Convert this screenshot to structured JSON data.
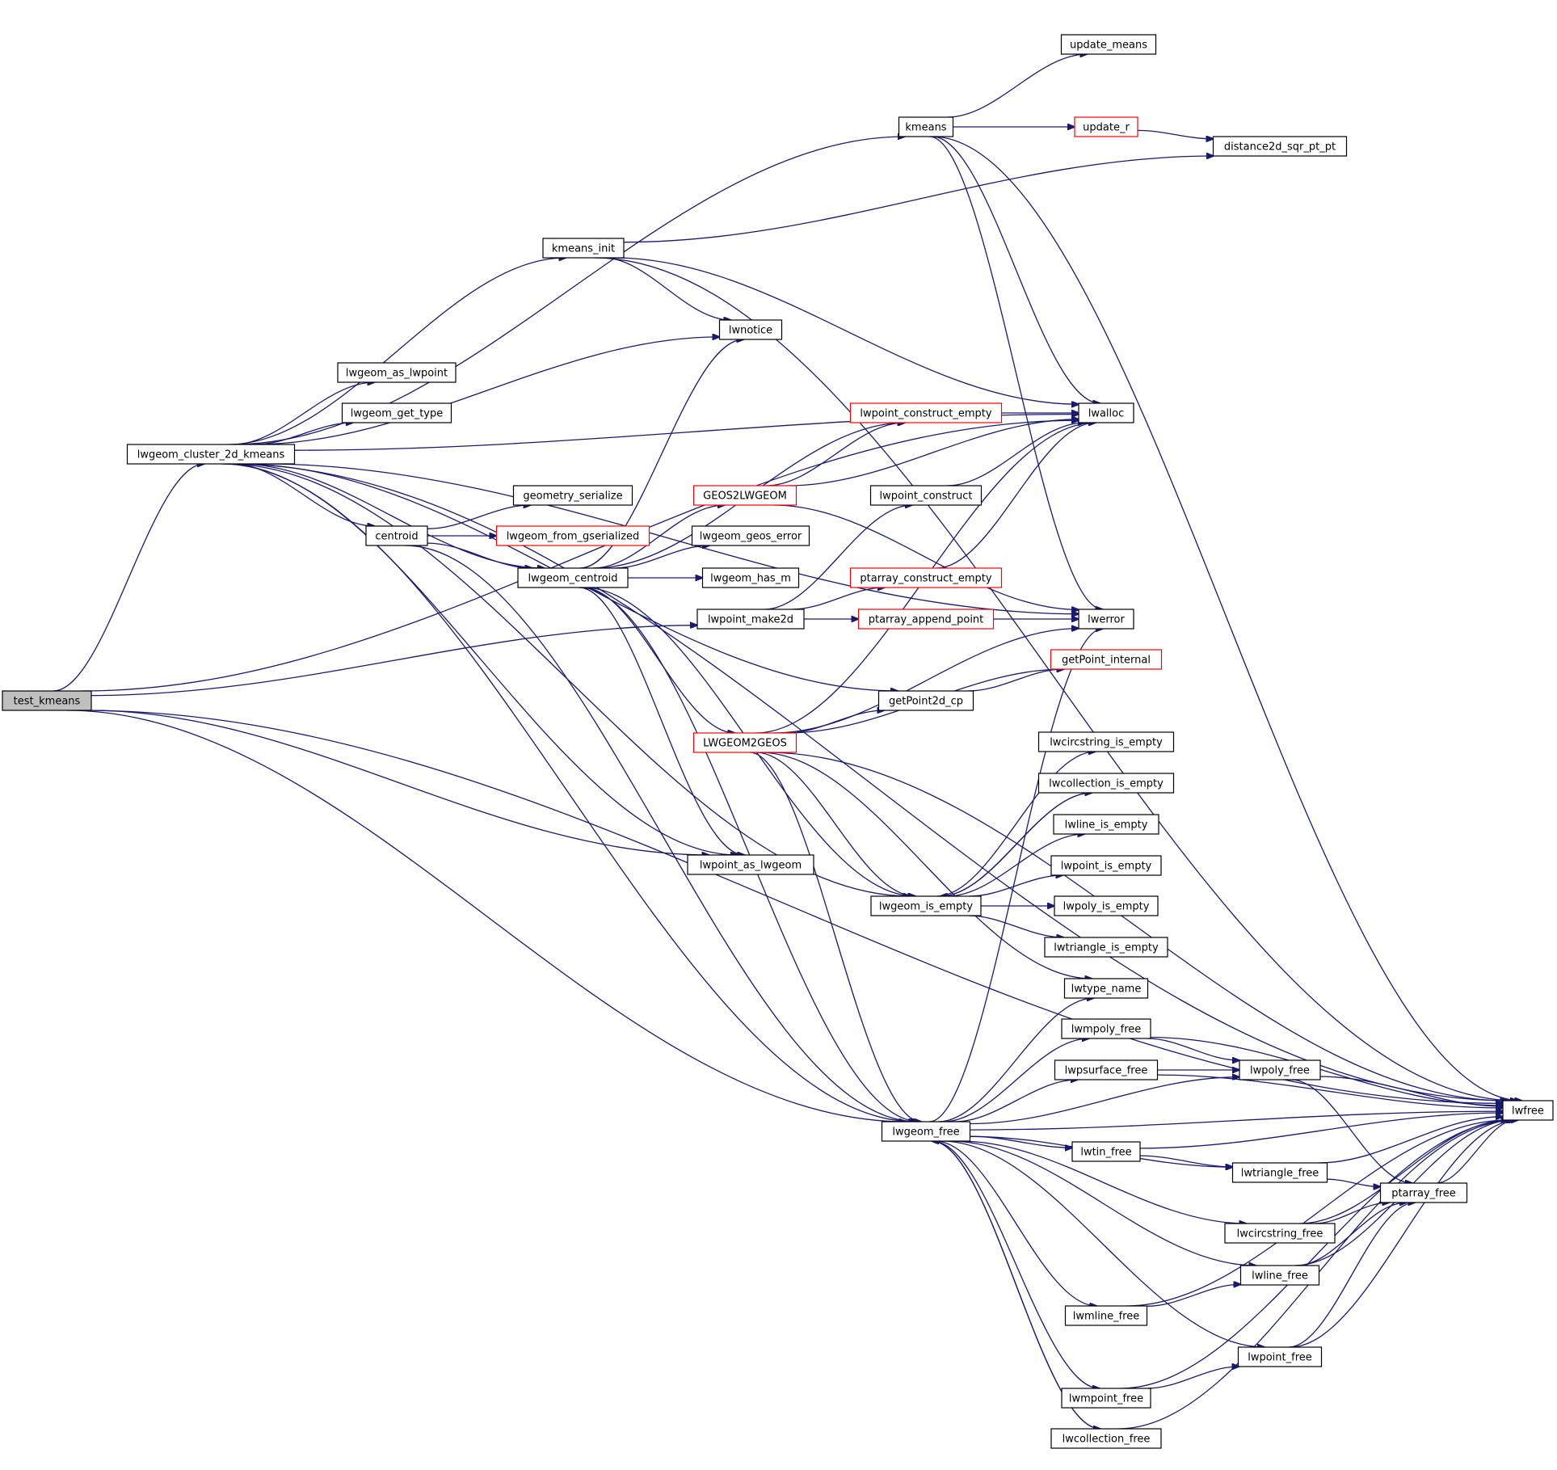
{
  "diagram": {
    "type": "call-graph",
    "root": "test_kmeans",
    "colors": {
      "edge": "#191970",
      "node_border": "#000000",
      "node_border_truncated": "#ff0000",
      "root_fill": "#bfbfbf"
    },
    "nodes": [
      {
        "id": "test_kmeans",
        "label": "test_kmeans",
        "style": "root"
      },
      {
        "id": "lwgeom_cluster_2d_kmeans",
        "label": "lwgeom_cluster_2d_kmeans",
        "style": "normal"
      },
      {
        "id": "kmeans",
        "label": "kmeans",
        "style": "normal"
      },
      {
        "id": "update_means",
        "label": "update_means",
        "style": "normal"
      },
      {
        "id": "update_r",
        "label": "update_r",
        "style": "truncated"
      },
      {
        "id": "distance2d_sqr_pt_pt",
        "label": "distance2d_sqr_pt_pt",
        "style": "normal"
      },
      {
        "id": "kmeans_init",
        "label": "kmeans_init",
        "style": "normal"
      },
      {
        "id": "lwnotice",
        "label": "lwnotice",
        "style": "normal"
      },
      {
        "id": "lwgeom_as_lwpoint",
        "label": "lwgeom_as_lwpoint",
        "style": "normal"
      },
      {
        "id": "lwgeom_get_type",
        "label": "lwgeom_get_type",
        "style": "normal"
      },
      {
        "id": "lwalloc",
        "label": "lwalloc",
        "style": "normal"
      },
      {
        "id": "lwpoint_construct_empty",
        "label": "lwpoint_construct_empty",
        "style": "truncated"
      },
      {
        "id": "geometry_serialize",
        "label": "geometry_serialize",
        "style": "normal"
      },
      {
        "id": "GEOS2LWGEOM",
        "label": "GEOS2LWGEOM",
        "style": "truncated"
      },
      {
        "id": "lwpoint_construct",
        "label": "lwpoint_construct",
        "style": "normal"
      },
      {
        "id": "centroid",
        "label": "centroid",
        "style": "normal"
      },
      {
        "id": "lwgeom_from_gserialized",
        "label": "lwgeom_from_gserialized",
        "style": "truncated"
      },
      {
        "id": "lwgeom_geos_error",
        "label": "lwgeom_geos_error",
        "style": "normal"
      },
      {
        "id": "lwgeom_centroid",
        "label": "lwgeom_centroid",
        "style": "normal"
      },
      {
        "id": "lwgeom_has_m",
        "label": "lwgeom_has_m",
        "style": "normal"
      },
      {
        "id": "ptarray_construct_empty",
        "label": "ptarray_construct_empty",
        "style": "truncated"
      },
      {
        "id": "lwpoint_make2d",
        "label": "lwpoint_make2d",
        "style": "normal"
      },
      {
        "id": "ptarray_append_point",
        "label": "ptarray_append_point",
        "style": "truncated"
      },
      {
        "id": "lwerror",
        "label": "lwerror",
        "style": "normal"
      },
      {
        "id": "getPoint_internal",
        "label": "getPoint_internal",
        "style": "truncated"
      },
      {
        "id": "getPoint2d_cp",
        "label": "getPoint2d_cp",
        "style": "normal"
      },
      {
        "id": "LWGEOM2GEOS",
        "label": "LWGEOM2GEOS",
        "style": "truncated"
      },
      {
        "id": "lwcircstring_is_empty",
        "label": "lwcircstring_is_empty",
        "style": "normal"
      },
      {
        "id": "lwcollection_is_empty",
        "label": "lwcollection_is_empty",
        "style": "normal"
      },
      {
        "id": "lwline_is_empty",
        "label": "lwline_is_empty",
        "style": "normal"
      },
      {
        "id": "lwpoint_as_lwgeom",
        "label": "lwpoint_as_lwgeom",
        "style": "normal"
      },
      {
        "id": "lwpoint_is_empty",
        "label": "lwpoint_is_empty",
        "style": "normal"
      },
      {
        "id": "lwgeom_is_empty",
        "label": "lwgeom_is_empty",
        "style": "normal"
      },
      {
        "id": "lwpoly_is_empty",
        "label": "lwpoly_is_empty",
        "style": "normal"
      },
      {
        "id": "lwtriangle_is_empty",
        "label": "lwtriangle_is_empty",
        "style": "normal"
      },
      {
        "id": "lwtype_name",
        "label": "lwtype_name",
        "style": "normal"
      },
      {
        "id": "lwmpoly_free",
        "label": "lwmpoly_free",
        "style": "normal"
      },
      {
        "id": "lwpsurface_free",
        "label": "lwpsurface_free",
        "style": "normal"
      },
      {
        "id": "lwpoly_free",
        "label": "lwpoly_free",
        "style": "normal"
      },
      {
        "id": "lwfree",
        "label": "lwfree",
        "style": "normal"
      },
      {
        "id": "lwgeom_free",
        "label": "lwgeom_free",
        "style": "normal"
      },
      {
        "id": "lwtin_free",
        "label": "lwtin_free",
        "style": "normal"
      },
      {
        "id": "lwtriangle_free",
        "label": "lwtriangle_free",
        "style": "normal"
      },
      {
        "id": "ptarray_free",
        "label": "ptarray_free",
        "style": "normal"
      },
      {
        "id": "lwcircstring_free",
        "label": "lwcircstring_free",
        "style": "normal"
      },
      {
        "id": "lwline_free",
        "label": "lwline_free",
        "style": "normal"
      },
      {
        "id": "lwmline_free",
        "label": "lwmline_free",
        "style": "normal"
      },
      {
        "id": "lwpoint_free",
        "label": "lwpoint_free",
        "style": "normal"
      },
      {
        "id": "lwmpoint_free",
        "label": "lwmpoint_free",
        "style": "normal"
      },
      {
        "id": "lwcollection_free",
        "label": "lwcollection_free",
        "style": "normal"
      }
    ],
    "edges": [
      [
        "test_kmeans",
        "lwgeom_cluster_2d_kmeans"
      ],
      [
        "test_kmeans",
        "lwfree"
      ],
      [
        "test_kmeans",
        "lwalloc"
      ],
      [
        "test_kmeans",
        "lwpoint_make2d"
      ],
      [
        "test_kmeans",
        "lwpoint_as_lwgeom"
      ],
      [
        "test_kmeans",
        "lwgeom_free"
      ],
      [
        "lwgeom_cluster_2d_kmeans",
        "kmeans"
      ],
      [
        "lwgeom_cluster_2d_kmeans",
        "kmeans_init"
      ],
      [
        "lwgeom_cluster_2d_kmeans",
        "lwfree"
      ],
      [
        "lwgeom_cluster_2d_kmeans",
        "lwnotice"
      ],
      [
        "lwgeom_cluster_2d_kmeans",
        "lwgeom_as_lwpoint"
      ],
      [
        "lwgeom_cluster_2d_kmeans",
        "lwgeom_get_type"
      ],
      [
        "lwgeom_cluster_2d_kmeans",
        "lwalloc"
      ],
      [
        "lwgeom_cluster_2d_kmeans",
        "centroid"
      ],
      [
        "lwgeom_cluster_2d_kmeans",
        "lwgeom_centroid"
      ],
      [
        "lwgeom_cluster_2d_kmeans",
        "getPoint2d_cp"
      ],
      [
        "lwgeom_cluster_2d_kmeans",
        "lwerror"
      ],
      [
        "lwgeom_cluster_2d_kmeans",
        "lwpoint_as_lwgeom"
      ],
      [
        "lwgeom_cluster_2d_kmeans",
        "lwgeom_is_empty"
      ],
      [
        "lwgeom_cluster_2d_kmeans",
        "lwgeom_free"
      ],
      [
        "kmeans",
        "update_means"
      ],
      [
        "kmeans",
        "update_r"
      ],
      [
        "kmeans",
        "lwfree"
      ],
      [
        "kmeans",
        "lwalloc"
      ],
      [
        "kmeans",
        "lwerror"
      ],
      [
        "update_r",
        "distance2d_sqr_pt_pt"
      ],
      [
        "kmeans_init",
        "distance2d_sqr_pt_pt"
      ],
      [
        "kmeans_init",
        "lwfree"
      ],
      [
        "kmeans_init",
        "lwalloc"
      ],
      [
        "kmeans_init",
        "lwnotice"
      ],
      [
        "centroid",
        "geometry_serialize"
      ],
      [
        "centroid",
        "lwgeom_from_gserialized"
      ],
      [
        "centroid",
        "lwgeom_centroid"
      ],
      [
        "centroid",
        "lwgeom_free"
      ],
      [
        "lwgeom_centroid",
        "lwnotice"
      ],
      [
        "lwgeom_centroid",
        "lwpoint_construct_empty"
      ],
      [
        "lwgeom_centroid",
        "GEOS2LWGEOM"
      ],
      [
        "lwgeom_centroid",
        "lwgeom_geos_error"
      ],
      [
        "lwgeom_centroid",
        "lwgeom_has_m"
      ],
      [
        "lwgeom_centroid",
        "LWGEOM2GEOS"
      ],
      [
        "lwgeom_centroid",
        "lwpoint_as_lwgeom"
      ],
      [
        "lwgeom_centroid",
        "lwgeom_is_empty"
      ],
      [
        "lwgeom_centroid",
        "lwgeom_free"
      ],
      [
        "lwpoint_construct_empty",
        "lwalloc"
      ],
      [
        "GEOS2LWGEOM",
        "lwpoint_construct_empty"
      ],
      [
        "GEOS2LWGEOM",
        "lwalloc"
      ],
      [
        "GEOS2LWGEOM",
        "lwerror"
      ],
      [
        "lwpoint_construct",
        "lwalloc"
      ],
      [
        "lwpoint_make2d",
        "lwpoint_construct"
      ],
      [
        "lwpoint_make2d",
        "ptarray_construct_empty"
      ],
      [
        "lwpoint_make2d",
        "ptarray_append_point"
      ],
      [
        "ptarray_construct_empty",
        "lwalloc"
      ],
      [
        "ptarray_append_point",
        "lwerror"
      ],
      [
        "getPoint2d_cp",
        "getPoint_internal"
      ],
      [
        "LWGEOM2GEOS",
        "lwalloc"
      ],
      [
        "LWGEOM2GEOS",
        "getPoint2d_cp"
      ],
      [
        "LWGEOM2GEOS",
        "lwerror"
      ],
      [
        "LWGEOM2GEOS",
        "getPoint_internal"
      ],
      [
        "LWGEOM2GEOS",
        "lwfree"
      ],
      [
        "LWGEOM2GEOS",
        "lwgeom_is_empty"
      ],
      [
        "LWGEOM2GEOS",
        "lwtype_name"
      ],
      [
        "LWGEOM2GEOS",
        "lwgeom_free"
      ],
      [
        "lwgeom_is_empty",
        "lwcircstring_is_empty"
      ],
      [
        "lwgeom_is_empty",
        "lwcollection_is_empty"
      ],
      [
        "lwgeom_is_empty",
        "lwline_is_empty"
      ],
      [
        "lwgeom_is_empty",
        "lwpoint_is_empty"
      ],
      [
        "lwgeom_is_empty",
        "lwpoly_is_empty"
      ],
      [
        "lwgeom_is_empty",
        "lwtriangle_is_empty"
      ],
      [
        "lwcollection_is_empty",
        "lwgeom_is_empty"
      ],
      [
        "lwgeom_free",
        "lwerror"
      ],
      [
        "lwgeom_free",
        "lwtype_name"
      ],
      [
        "lwgeom_free",
        "lwmpoly_free"
      ],
      [
        "lwgeom_free",
        "lwpsurface_free"
      ],
      [
        "lwgeom_free",
        "lwpoly_free"
      ],
      [
        "lwgeom_free",
        "lwfree"
      ],
      [
        "lwgeom_free",
        "lwtin_free"
      ],
      [
        "lwgeom_free",
        "lwtriangle_free"
      ],
      [
        "lwgeom_free",
        "lwcircstring_free"
      ],
      [
        "lwgeom_free",
        "lwline_free"
      ],
      [
        "lwgeom_free",
        "lwmline_free"
      ],
      [
        "lwgeom_free",
        "lwpoint_free"
      ],
      [
        "lwgeom_free",
        "lwmpoint_free"
      ],
      [
        "lwgeom_free",
        "lwcollection_free"
      ],
      [
        "lwmpoly_free",
        "lwpoly_free"
      ],
      [
        "lwmpoly_free",
        "lwfree"
      ],
      [
        "lwpsurface_free",
        "lwpoly_free"
      ],
      [
        "lwpsurface_free",
        "lwfree"
      ],
      [
        "lwpoly_free",
        "lwfree"
      ],
      [
        "lwpoly_free",
        "ptarray_free"
      ],
      [
        "lwtin_free",
        "lwtriangle_free"
      ],
      [
        "lwtin_free",
        "lwfree"
      ],
      [
        "lwtriangle_free",
        "lwfree"
      ],
      [
        "lwtriangle_free",
        "ptarray_free"
      ],
      [
        "ptarray_free",
        "lwfree"
      ],
      [
        "lwcircstring_free",
        "ptarray_free"
      ],
      [
        "lwcircstring_free",
        "lwfree"
      ],
      [
        "lwline_free",
        "ptarray_free"
      ],
      [
        "lwline_free",
        "lwfree"
      ],
      [
        "lwmline_free",
        "lwline_free"
      ],
      [
        "lwmline_free",
        "lwfree"
      ],
      [
        "lwpoint_free",
        "ptarray_free"
      ],
      [
        "lwpoint_free",
        "lwfree"
      ],
      [
        "lwmpoint_free",
        "lwpoint_free"
      ],
      [
        "lwmpoint_free",
        "lwfree"
      ],
      [
        "lwcollection_free",
        "lwgeom_free"
      ],
      [
        "lwcollection_free",
        "lwfree"
      ]
    ]
  }
}
